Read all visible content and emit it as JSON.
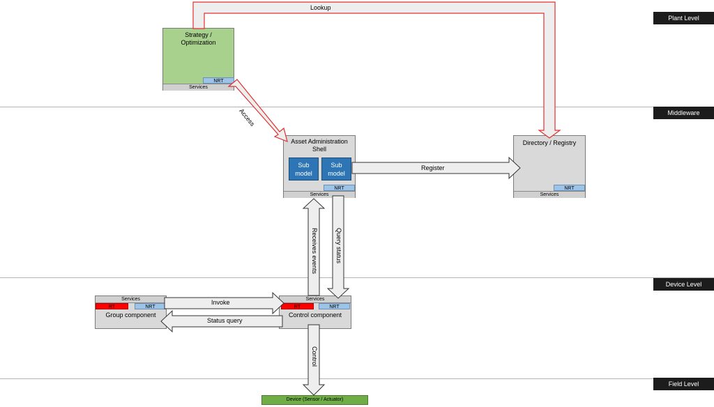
{
  "levels": {
    "plant": "Plant Level",
    "middleware": "Middleware",
    "device": "Device Level",
    "field": "Field Level"
  },
  "strategy": {
    "title": "Strategy / Optimization",
    "nrt": "NRT",
    "services": "Services"
  },
  "aas": {
    "title": "Asset Administration Shell",
    "submodels": [
      "Sub model",
      "Sub model"
    ],
    "nrt": "NRT",
    "services": "Services"
  },
  "directory": {
    "title": "Directory / Registry",
    "nrt": "NRT",
    "services": "Services"
  },
  "group": {
    "title": "Group component",
    "services": "Services",
    "rt": "RT",
    "nrt": "NRT"
  },
  "control": {
    "title": "Control component",
    "services": "Services",
    "rt": "RT",
    "nrt": "NRT"
  },
  "device": {
    "title": "Device (Sensor / Actuator)"
  },
  "arrows": {
    "lookup": "Lookup",
    "access": "Access",
    "register": "Register",
    "receives_events": "Receives events",
    "query_status": "Query status",
    "invoke": "Invoke",
    "status_query": "Status query",
    "control": "Control"
  },
  "colors": {
    "accent_red": "#e03030",
    "strategy_green": "#a9d18e",
    "submodel_blue": "#2e75b6",
    "nrt_blue": "#9dc3e6",
    "rt_red": "#ff0000",
    "device_green": "#70ad47",
    "level_label_bg": "#1c1c1c"
  }
}
